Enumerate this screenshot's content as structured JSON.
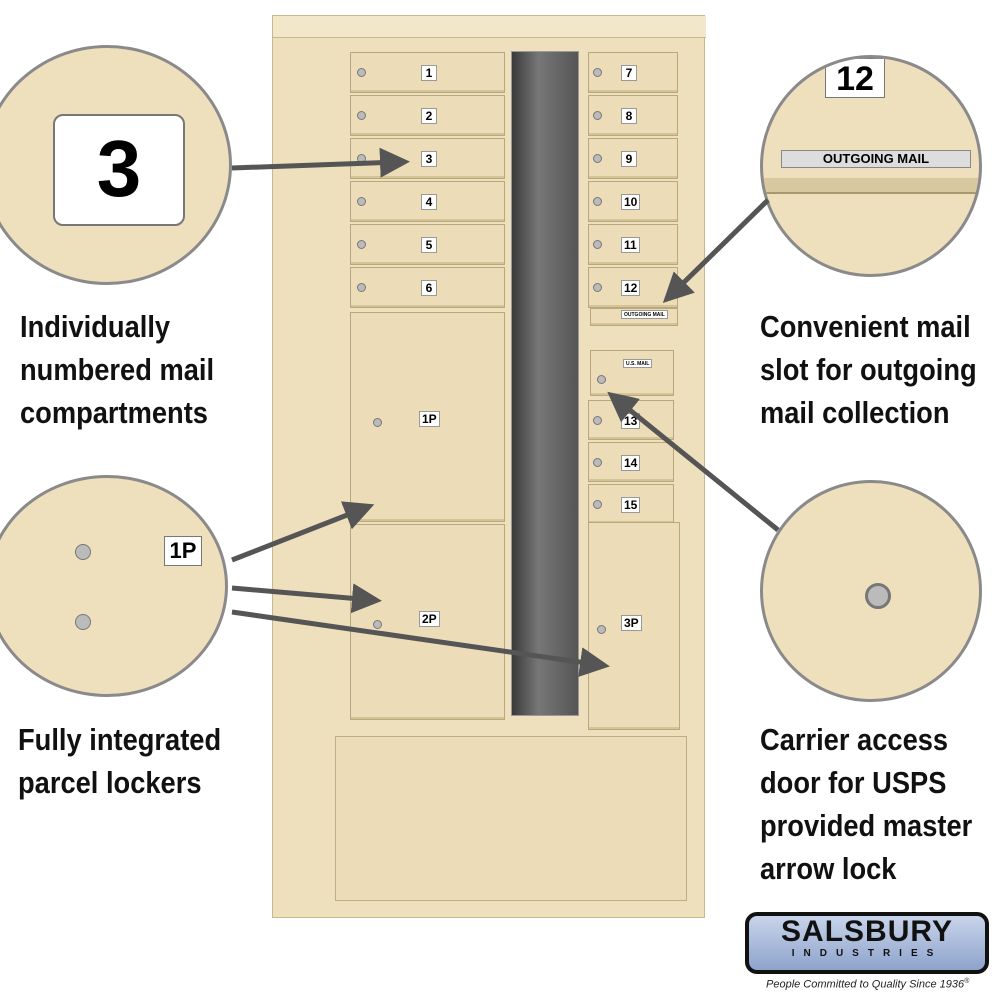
{
  "product": {
    "left_compartments": [
      "1",
      "2",
      "3",
      "4",
      "5",
      "6"
    ],
    "right_compartments": [
      "7",
      "8",
      "9",
      "10",
      "11",
      "12"
    ],
    "lower_right_compartments": [
      "13",
      "14",
      "15"
    ],
    "parcel_lockers": [
      "1P",
      "2P",
      "3P"
    ],
    "outgoing_slot_label": "OUTGOING MAIL",
    "carrier_door_label": "U.S. MAIL"
  },
  "callouts": {
    "top_left_number": "3",
    "top_right_number": "12",
    "top_right_slot": "OUTGOING MAIL",
    "bottom_left_number": "1P"
  },
  "features": [
    {
      "lines": [
        "Individually",
        "numbered mail",
        "compartments"
      ]
    },
    {
      "lines": [
        "Fully integrated",
        "parcel lockers"
      ]
    },
    {
      "lines": [
        "Convenient mail",
        "slot for outgoing",
        "mail collection"
      ]
    },
    {
      "lines": [
        "Carrier access",
        "door for USPS",
        "provided master",
        "arrow lock"
      ]
    }
  ],
  "logo": {
    "name": "SALSBURY",
    "sub": "INDUSTRIES",
    "tagline": "People Committed to Quality Since 1936",
    "mark": "®"
  },
  "colors": {
    "sandstone": "#eedfbd",
    "arrow": "#555555",
    "logo_blue": "#9fb3d8"
  }
}
